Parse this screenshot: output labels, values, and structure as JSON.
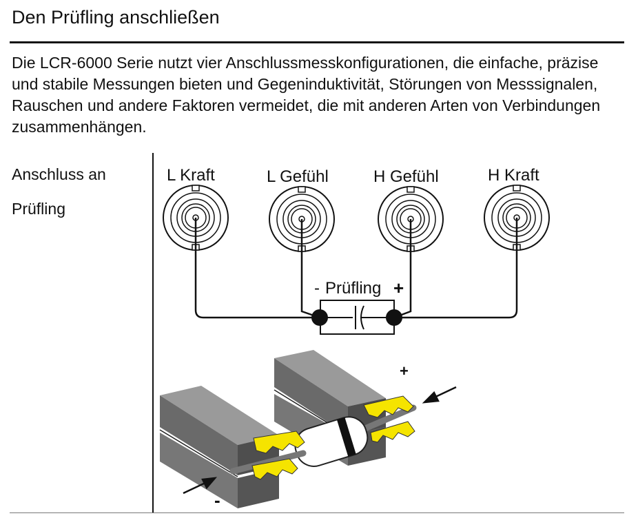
{
  "page": {
    "title": "Den Prüfling anschließen",
    "intro": "Die LCR-6000 Serie nutzt vier Anschlussmesskonfigurationen, die einfache, präzise und stabile Messungen bieten und Gegeninduktivität, Störungen von Messsignalen, Rauschen und andere Faktoren vermeidet, die mit anderen Arten von Verbindungen zusammenhängen.",
    "row_label_line1": "Anschluss an",
    "row_label_line2": "Prüfling"
  },
  "diagram": {
    "terminals": [
      "L Kraft",
      "L Gefühl",
      "H Gefühl",
      "H Kraft"
    ],
    "dut_minus": "-",
    "dut_label": "Prüfling",
    "dut_plus": "+"
  },
  "illustration": {
    "plus_sign": "+",
    "minus_sign": "-"
  },
  "colors": {
    "clip_yellow": "#f5e400",
    "block_gray": "#6a6a6a"
  }
}
